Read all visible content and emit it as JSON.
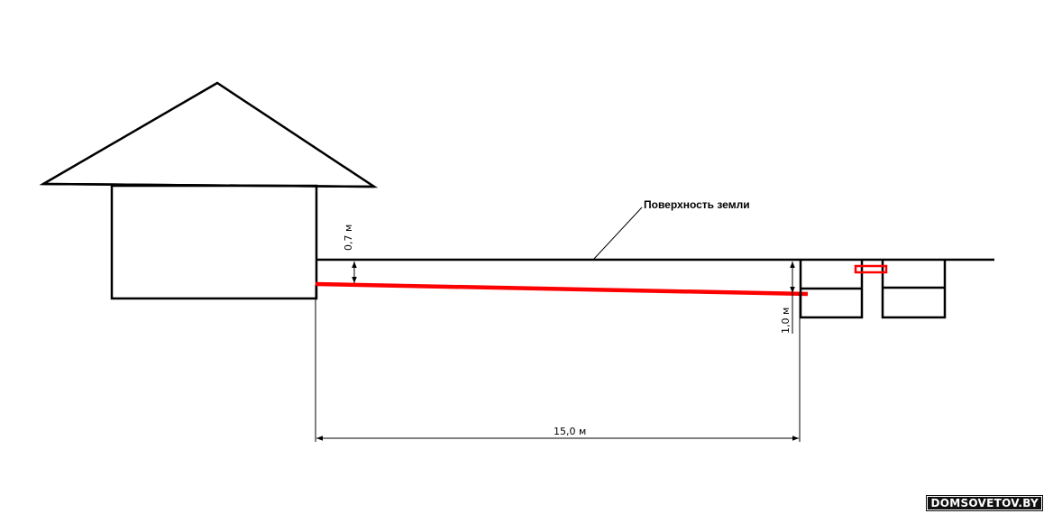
{
  "labels": {
    "ground_surface": "Поверхность земли",
    "depth_house": "0,7 м",
    "depth_septic": "1,0 м",
    "distance": "15,0 м"
  },
  "watermark": "DOMSOVETOV.BY",
  "colors": {
    "line": "#000000",
    "pipe": "#ff0000",
    "background": "#ffffff"
  }
}
